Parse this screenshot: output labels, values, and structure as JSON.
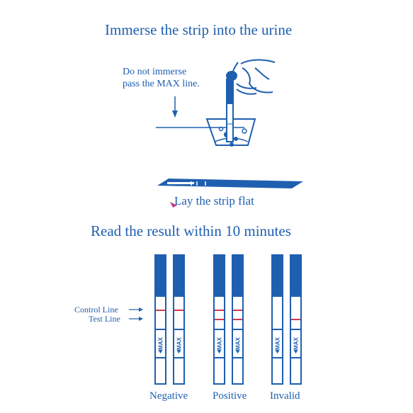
{
  "step1": {
    "title": "Immerse the strip into the urine",
    "warning_line1": "Do not immerse",
    "warning_line2": "pass the MAX line."
  },
  "step2": {
    "caption": "Lay the strip flat"
  },
  "step3": {
    "title": "Read the result within 10 minutes",
    "control_line_label": "Control Line",
    "test_line_label": "Test Line",
    "max_label": "MAX",
    "groups": [
      {
        "name": "Negative",
        "strips": [
          {
            "control": true,
            "test": false
          },
          {
            "control": true,
            "test": false
          }
        ]
      },
      {
        "name": "Positive",
        "strips": [
          {
            "control": true,
            "test": true
          },
          {
            "control": true,
            "test": true
          }
        ]
      },
      {
        "name": "Invalid",
        "strips": [
          {
            "control": false,
            "test": false
          },
          {
            "control": false,
            "test": true
          }
        ]
      }
    ]
  },
  "colors": {
    "blue": "#1f5fb0",
    "red": "#d23a4a",
    "white": "#ffffff"
  }
}
